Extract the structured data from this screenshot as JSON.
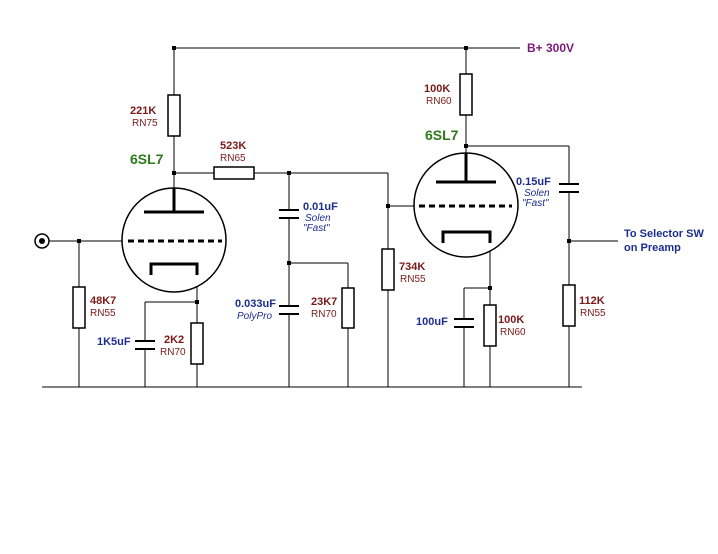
{
  "supply": {
    "label": "B+ 300V"
  },
  "output": {
    "line1": "To Selector SW",
    "line2": "on Preamp"
  },
  "tubes": [
    {
      "name": "6SL7"
    },
    {
      "name": "6SL7"
    }
  ],
  "resistors": [
    {
      "value": "221K",
      "type": "RN75"
    },
    {
      "value": "523K",
      "type": "RN65"
    },
    {
      "value": "48K7",
      "type": "RN55"
    },
    {
      "value": "2K2",
      "type": "RN70"
    },
    {
      "value": "23K7",
      "type": "RN70"
    },
    {
      "value": "734K",
      "type": "RN55"
    },
    {
      "value": "100K",
      "type": "RN60"
    },
    {
      "value": "100K",
      "type": "RN60"
    },
    {
      "value": "112K",
      "type": "RN55"
    }
  ],
  "capacitors": [
    {
      "value": "0.01uF",
      "line2": "Solen",
      "line3": "\"Fast\""
    },
    {
      "value": "0.033uF",
      "line2": "PolyPro"
    },
    {
      "value": "1K5uF"
    },
    {
      "value": "100uF"
    },
    {
      "value": "0.15uF",
      "line2": "Solen",
      "line3": "\"Fast\""
    }
  ]
}
